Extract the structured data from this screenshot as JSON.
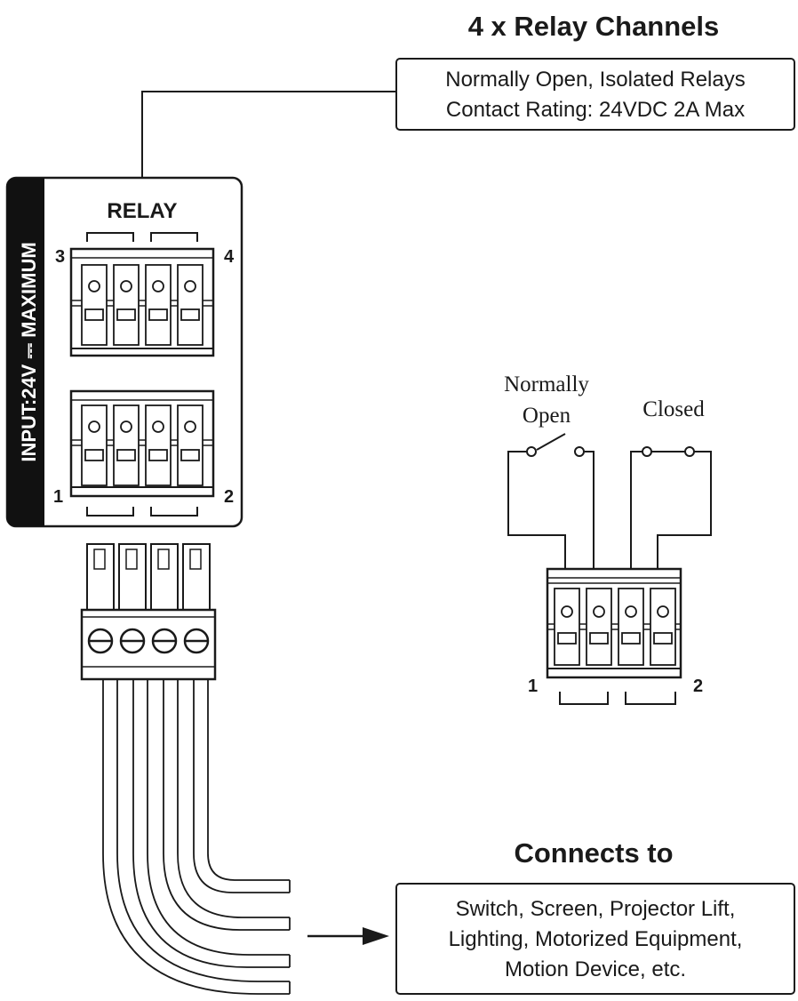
{
  "relay_channels": {
    "title": "4 x Relay Channels",
    "spec_line1": "Normally Open, Isolated Relays",
    "spec_line2": "Contact Rating: 24VDC 2A Max"
  },
  "relay_module": {
    "side_label": "INPUT:24V ⎓ MAXIMUM",
    "label": "RELAY",
    "channel_top_left": "3",
    "channel_top_right": "4",
    "channel_bottom_left": "1",
    "channel_bottom_right": "2"
  },
  "switch_diagram": {
    "normally_label_line1": "Normally",
    "normally_label_line2": "Open",
    "closed_label": "Closed",
    "connector_left": "1",
    "connector_right": "2"
  },
  "connects_to": {
    "title": "Connects to",
    "line1": "Switch, Screen, Projector Lift,",
    "line2": "Lighting, Motorized Equipment,",
    "line3": "Motion Device, etc."
  },
  "colors": {
    "ink": "#1a1a1a",
    "side_band": "#111111",
    "connector_fill": "#ffffff"
  }
}
